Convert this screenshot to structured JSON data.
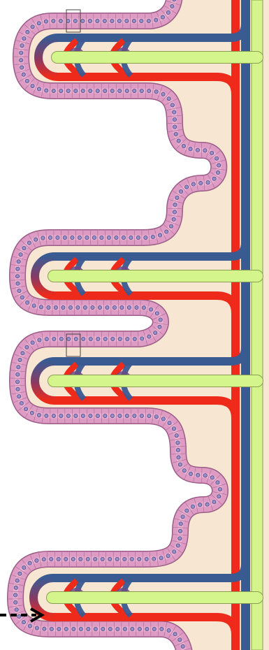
{
  "diagram": {
    "description": "",
    "colors": {
      "background": "#ffffff",
      "stroma": "#f6e6d2",
      "epithelium": "#de9cc4",
      "epithelium_edge": "#9a5c86",
      "nucleus": "#9590c6",
      "nucleus_edge": "#514c8a",
      "artery": "#ee2a1a",
      "vein": "#3a5a92",
      "lacteal": "#d4f58c",
      "lacteal_edge": "#8aa050",
      "marker_box": "#444444",
      "arrow": "#000000"
    },
    "villi_count": 4,
    "crypts_count": 2,
    "marker_box_count": 2,
    "arrow_style": "dashed"
  }
}
